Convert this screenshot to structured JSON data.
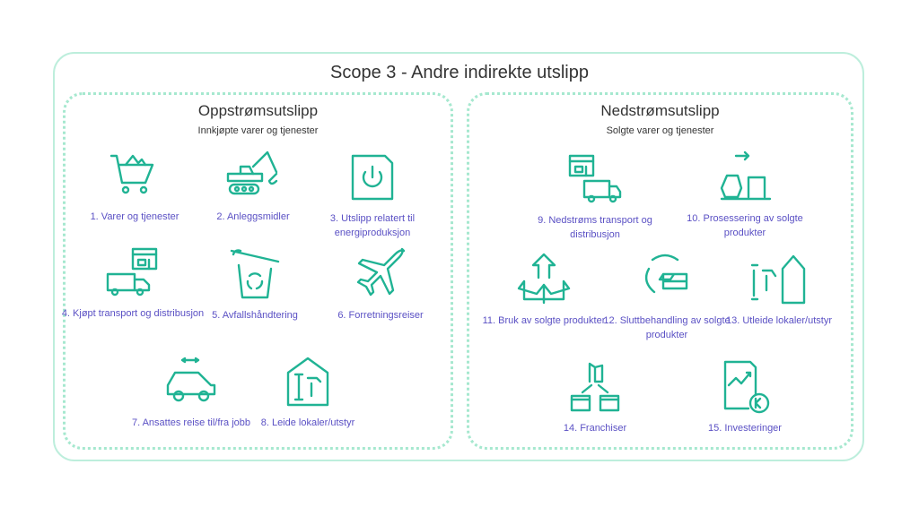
{
  "title": "Scope 3 - Andre indirekte utslipp",
  "colors": {
    "icon": "#20b394",
    "label": "#5a50c4",
    "border": "#bdeedc"
  },
  "upstream": {
    "title": "Oppstrømsutslipp",
    "subtitle": "Innkjøpte varer og tjenester",
    "items": [
      {
        "label": "1. Varer og tjenester",
        "icon": "shopping-cart-icon"
      },
      {
        "label": "2. Anleggsmidler",
        "icon": "excavator-icon"
      },
      {
        "label": "3. Utslipp relatert til energiproduksjon",
        "icon": "power-icon"
      },
      {
        "label": "4. Kjøpt transport og distribusjon",
        "icon": "truck-icon"
      },
      {
        "label": "5. Avfallshåndtering",
        "icon": "recycle-bin-icon"
      },
      {
        "label": "6. Forretningsreiser",
        "icon": "airplane-icon"
      },
      {
        "label": "7. Ansattes reise til/fra jobb",
        "icon": "car-icon"
      },
      {
        "label": "8. Leide lokaler/utstyr",
        "icon": "building-tools-icon"
      }
    ]
  },
  "downstream": {
    "title": "Nedstrømsutslipp",
    "subtitle": "Solgte varer og tjenester",
    "items": [
      {
        "label": "9. Nedstrøms transport og distribusjon",
        "icon": "truck-icon"
      },
      {
        "label": "10. Prosessering av solgte produkter",
        "icon": "processing-icon"
      },
      {
        "label": "11. Bruk av solgte produkter",
        "icon": "open-box-icon"
      },
      {
        "label": "12. Sluttbehandling av solgte produkter",
        "icon": "box-cycle-icon"
      },
      {
        "label": "13. Utleide lokaler/utstyr",
        "icon": "tools-house-icon"
      },
      {
        "label": "14. Franchiser",
        "icon": "franchise-icon"
      },
      {
        "label": "15. Investeringer",
        "icon": "investment-icon"
      }
    ]
  }
}
